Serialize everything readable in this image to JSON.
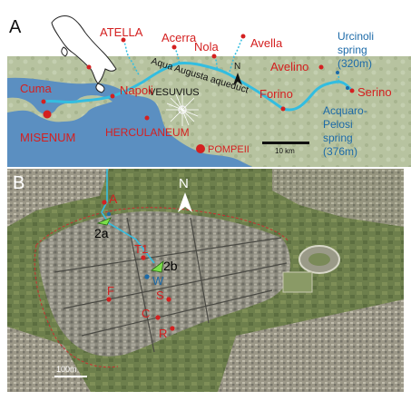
{
  "panels": {
    "a": {
      "panel_label": "A",
      "water_color": "#5b8fc1",
      "land_color": "#b8c6a2",
      "aqueduct_color": "#33bde0",
      "accent_red": "#d42020",
      "accent_blue": "#1c6aa8",
      "places": [
        {
          "id": "atella",
          "label": "ATELLA"
        },
        {
          "id": "acerra",
          "label": "Acerra"
        },
        {
          "id": "nola",
          "label": "Nola"
        },
        {
          "id": "avella",
          "label": "Avella"
        },
        {
          "id": "cuma",
          "label": "Cuma"
        },
        {
          "id": "napoli",
          "label": "Napoli"
        },
        {
          "id": "misenum",
          "label": "MISENUM"
        },
        {
          "id": "herculaneum",
          "label": "HERCULANEUM"
        },
        {
          "id": "pompeii",
          "label": "POMPEII"
        },
        {
          "id": "forino",
          "label": "Forino"
        },
        {
          "id": "avelino",
          "label": "Avelino"
        },
        {
          "id": "serino",
          "label": "Serino"
        }
      ],
      "volcano": "VESUVIUS",
      "aqueduct_label": "Aqua Augusta aqueduct",
      "springs": {
        "urcinoli": [
          "Urcinoli",
          "spring",
          "(320m)"
        ],
        "acquaro": [
          "Acquaro-",
          "Pelosi",
          "spring",
          "(376m)"
        ]
      },
      "scale_label": "10 km",
      "north_label": "N"
    },
    "b": {
      "panel_label": "B",
      "north_label": "N",
      "scale_label": "100m",
      "markers": [
        {
          "id": "A",
          "label": "A",
          "color": "#d42020"
        },
        {
          "id": "2a",
          "label": "2a",
          "color": "#000000"
        },
        {
          "id": "T1",
          "label": "T1",
          "color": "#d42020"
        },
        {
          "id": "2b",
          "label": "2b",
          "color": "#000000"
        },
        {
          "id": "W",
          "label": "W",
          "color": "#1c6aa8"
        },
        {
          "id": "F",
          "label": "F",
          "color": "#d42020"
        },
        {
          "id": "S",
          "label": "S",
          "color": "#d42020"
        },
        {
          "id": "C",
          "label": "C",
          "color": "#d42020"
        },
        {
          "id": "R",
          "label": "R",
          "color": "#d42020"
        }
      ]
    }
  }
}
